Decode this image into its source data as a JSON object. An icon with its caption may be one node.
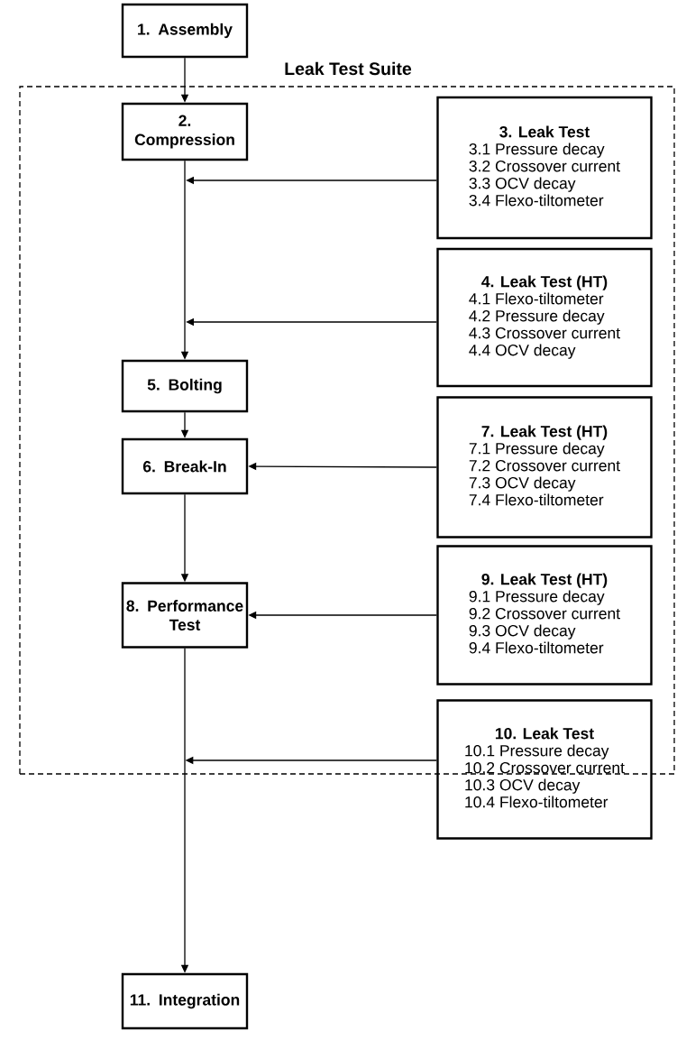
{
  "diagram": {
    "nodes": [
      {
        "text": [
          "1. Assembly"
        ]
      },
      {
        "text": [
          "Leak Test Suite"
        ]
      },
      {
        "text": [
          "2. Compression"
        ],
        "in": 1
      },
      {
        "text": [
          "3. Leak Test",
          "3.1 Pressure decay",
          "3.2 Crossover current",
          "3.3 OCV decay",
          "3.4 Flexo-tiltometer"
        ],
        "in": 1
      },
      {
        "text": [
          "4. Leak Test (HT)",
          "4.1 Flexo-tiltometer",
          "4.2 Pressure decay",
          "4.3 Crossover current",
          "4.4 OCV decay"
        ],
        "in": 1
      },
      {
        "text": [
          "5. Bolting"
        ],
        "in": 1
      },
      {
        "text": [
          "7. Leak Test (HT)",
          "7.1 Pressure decay",
          "7.2 Crossover current",
          "7.3 OCV decay",
          "7.4 Flexo-tiltometer"
        ],
        "in": 1
      },
      {
        "text": [
          "6. Break-In"
        ],
        "in": 1
      },
      {
        "text": [
          "9. Leak Test (HT)",
          "9.1 Pressure decay",
          "9.2 Crossover current",
          "9.3 OCV decay",
          "9.4 Flexo-tiltometer"
        ],
        "in": 1
      },
      {
        "text": [
          "8. Performance Test"
        ],
        "in": 1
      },
      {
        "text": [
          "10. Leak Test",
          "10.1 Pressure decay",
          "10.2 Crossover current",
          "10.3 OCV decay",
          "10.4 Flexo-tiltometer"
        ]
      },
      {
        "text": [
          "11. Integration"
        ]
      }
    ],
    "edges": [
      {
        "from": 0,
        "to": 2,
        "arrow": "to"
      },
      {
        "from": 2,
        "to": 5,
        "arrow": "to"
      },
      {
        "from": 3,
        "to": null,
        "arrow": "to"
      },
      {
        "from": 4,
        "to": null,
        "arrow": "to"
      },
      {
        "from": 5,
        "to": 7,
        "arrow": "to"
      },
      {
        "from": 6,
        "to": 7,
        "arrow": "to"
      },
      {
        "from": 7,
        "to": 9,
        "arrow": "to"
      },
      {
        "from": 8,
        "to": 9,
        "arrow": "to"
      },
      {
        "from": 10,
        "to": 1,
        "arrow": "to"
      },
      {
        "from": 9,
        "to": 11,
        "arrow": "to"
      }
    ]
  }
}
